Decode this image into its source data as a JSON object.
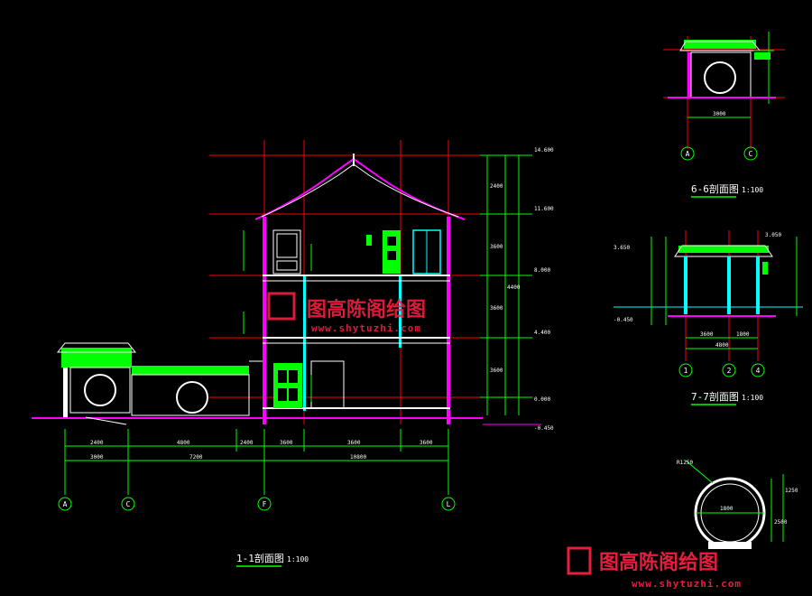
{
  "drawing": {
    "background": "#000000",
    "colors": {
      "green": "#00ff00",
      "red": "#ff0000",
      "white": "#ffffff",
      "magenta": "#ff00ff",
      "cyan": "#00ffff",
      "watermark": "#ff2244"
    }
  },
  "section_1_1": {
    "title": "1-1剖面图",
    "scale": "1:100",
    "axes": [
      "A",
      "C",
      "F",
      "L"
    ],
    "elevations": [
      "14.600",
      "11.600",
      "8.000",
      "4.400",
      "0.000",
      "-0.450"
    ],
    "dims_row1": [
      "2400",
      "4800",
      "2400",
      "3600",
      "3600",
      "3600"
    ],
    "dims_row2": [
      "3000",
      "7200",
      "10800"
    ],
    "side_dims": [
      "2400",
      "3600",
      "3600",
      "3600",
      "4400"
    ]
  },
  "section_6_6": {
    "title": "6-6剖面图",
    "scale": "1:100",
    "axes": [
      "A",
      "C"
    ],
    "dim": "3000"
  },
  "section_7_7": {
    "title": "7-7剖面图",
    "scale": "1:100",
    "axes": [
      "1",
      "2",
      "4"
    ],
    "dims": [
      "3600",
      "1800",
      "4800"
    ],
    "elevations": [
      "3.650",
      "3.050",
      "-0.450"
    ]
  },
  "moon_gate": {
    "dims": [
      "R1250",
      "1250",
      "2500",
      "1800"
    ]
  },
  "watermark": {
    "text": "图高陈阁给图",
    "url": "www.shytuzhi.com",
    "url_small": "www.shytuzhi.com"
  }
}
